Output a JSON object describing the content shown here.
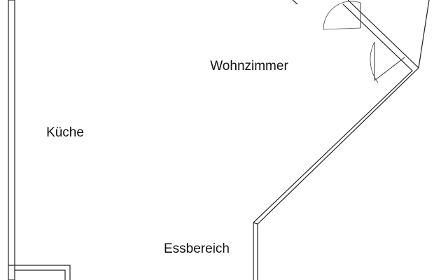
{
  "rooms": [
    {
      "id": "kueche",
      "label": "Küche"
    },
    {
      "id": "wohnzimmer",
      "label": "Wohnzimmer"
    },
    {
      "id": "essbereich",
      "label": "Essbereich"
    }
  ]
}
